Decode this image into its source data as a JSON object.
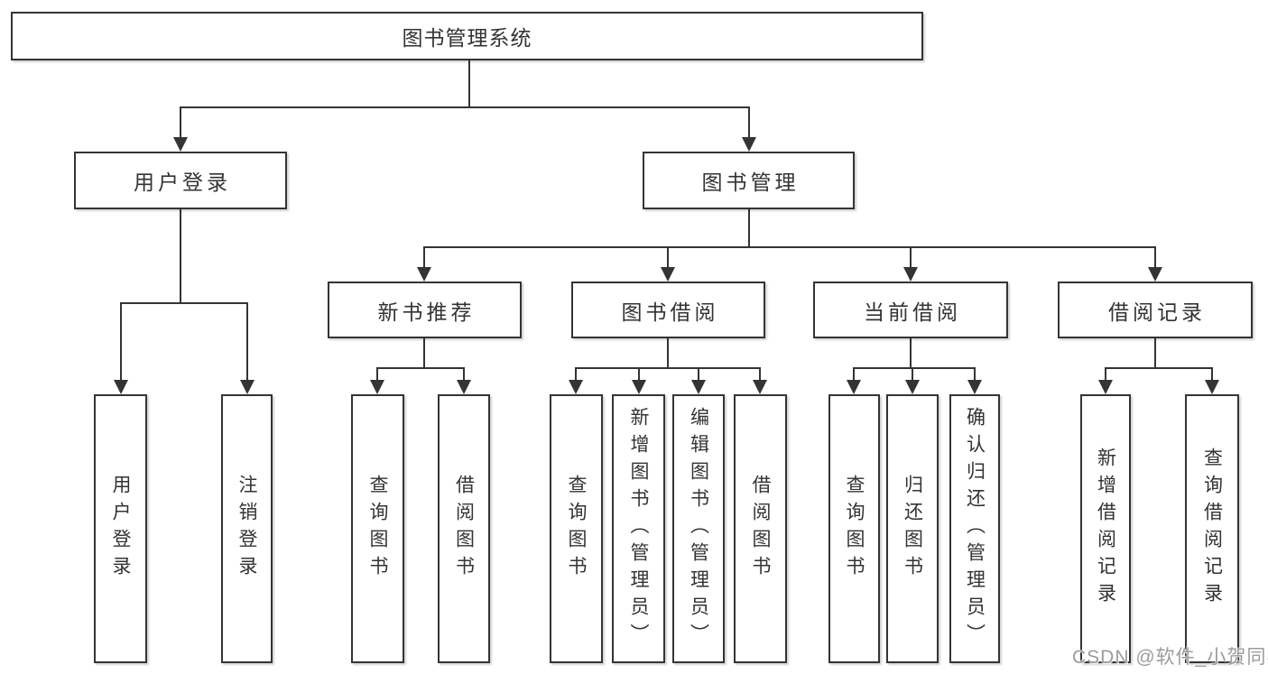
{
  "diagram": {
    "type": "hierarchy-tree",
    "tree": {
      "图书管理系统": {
        "用户登录": [
          "用户登录",
          "注销登录"
        ],
        "图书管理": {
          "新书推荐": [
            "查询图书",
            "借阅图书"
          ],
          "图书借阅": [
            "查询图书",
            "新增图书（管理员）",
            "编辑图书（管理员）",
            "借阅图书"
          ],
          "当前借阅": [
            "查询图书",
            "归还图书",
            "确认归还（管理员）"
          ],
          "借阅记录": [
            "新增借阅记录",
            "查询借阅记录"
          ]
        }
      }
    }
  },
  "nodes": {
    "root": {
      "label": "图书管理系统"
    },
    "login": {
      "label": "用户登录"
    },
    "mgmt": {
      "label": "图书管理"
    },
    "rec": {
      "label": "新书推荐"
    },
    "borrow": {
      "label": "图书借阅"
    },
    "current": {
      "label": "当前借阅"
    },
    "records": {
      "label": "借阅记录"
    },
    "login_user": {
      "label": "用户登录"
    },
    "login_logout": {
      "label": "注销登录"
    },
    "rec_query": {
      "label": "查询图书"
    },
    "rec_borrow": {
      "label": "借阅图书"
    },
    "borrow_query": {
      "label": "查询图书"
    },
    "borrow_add": {
      "label": "新增图书（管理员）"
    },
    "borrow_edit": {
      "label": "编辑图书（管理员）"
    },
    "borrow_do": {
      "label": "借阅图书"
    },
    "current_query": {
      "label": "查询图书"
    },
    "current_return": {
      "label": "归还图书"
    },
    "current_confirm": {
      "label": "确认归还（管理员）"
    },
    "records_add": {
      "label": "新增借阅记录"
    },
    "records_query": {
      "label": "查询借阅记录"
    }
  },
  "watermark": {
    "text": "CSDN @软件_小贺同学"
  },
  "colors": {
    "background": "#ffffff",
    "line": "#343434",
    "box_border": "#343434",
    "text": "#333333",
    "watermark": "#9c9c9c"
  }
}
